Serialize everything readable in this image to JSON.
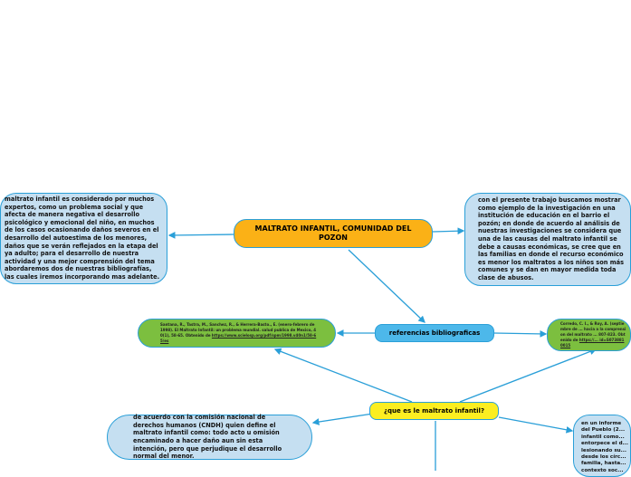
{
  "central": {
    "title": "MALTRATO INFANTIL, COMUNIDAD DEL POZON"
  },
  "left_text": "maltrato infantil es considerado por muchos expertos, como un problema social y que afecta de manera negativa el desarrollo psicológico y emocional del niño, en muchos de los casos ocasionando daños severos en el desarrollo del autoestima de los menores, daños que se verán reflejados en la etapa del ya adulto; para el desarrollo de nuestra actividad y una mejor comprensión del tema abordaremos dos de nuestras bibliografías, las cuales iremos incorporando mas adelante.",
  "right_text": "con el presente trabajo buscamos mostrar como ejemplo de la investigación en una institución de educación en el barrio el pozón; en donde de acuerdo al análisis de nuestras investigaciones se considera que una de las causas del maltrato infantil se debe a causas económicas, se cree que en las familias en donde el recurso económico es menor los maltratos a los niños son más comunes y se dan en mayor medida toda clase de abusos.",
  "referencias": {
    "label": "referencias bibliograficas"
  },
  "ref_left": {
    "text": "Santana, R., Tastra, M., Sanchez, R., & Herrera-Basto., E. (enero-febrero de 1998). El Maltrato Infantil: un problema mundial. salud publica de Mexico, 40(1), 58-65. Obtenido de ",
    "link": "https://www.scielosp.org/pdf/spm/1998.v40n1/58-65/es"
  },
  "ref_right": {
    "text": "Corredo, C. I., & Roy, A. (septiembre de ... hacia a la comprension del maltrato ... 807-823. Obtenido de ",
    "link": "https://... id=S0738810015"
  },
  "question": {
    "label": "¿que es le maltrato infantil?"
  },
  "def_left": "de acuerdo con la comisión nacional de derechos humanos (CNDH) quien define el maltrato infantil como: todo acto u omisión encaminado a hacer daño aun sin esta intención, pero que perjudique el desarrollo normal del menor.",
  "def_right": "en un informe del Pueblo (2... infantil como... entorpece el d... lesionando su... desde los círc... familia, hasta... contexto soc...",
  "colors": {
    "line": "#2a9fd8",
    "central": "#fbb116",
    "green": "#7cbf3f",
    "yellow": "#fcee21",
    "ref": "#4db8ea"
  }
}
